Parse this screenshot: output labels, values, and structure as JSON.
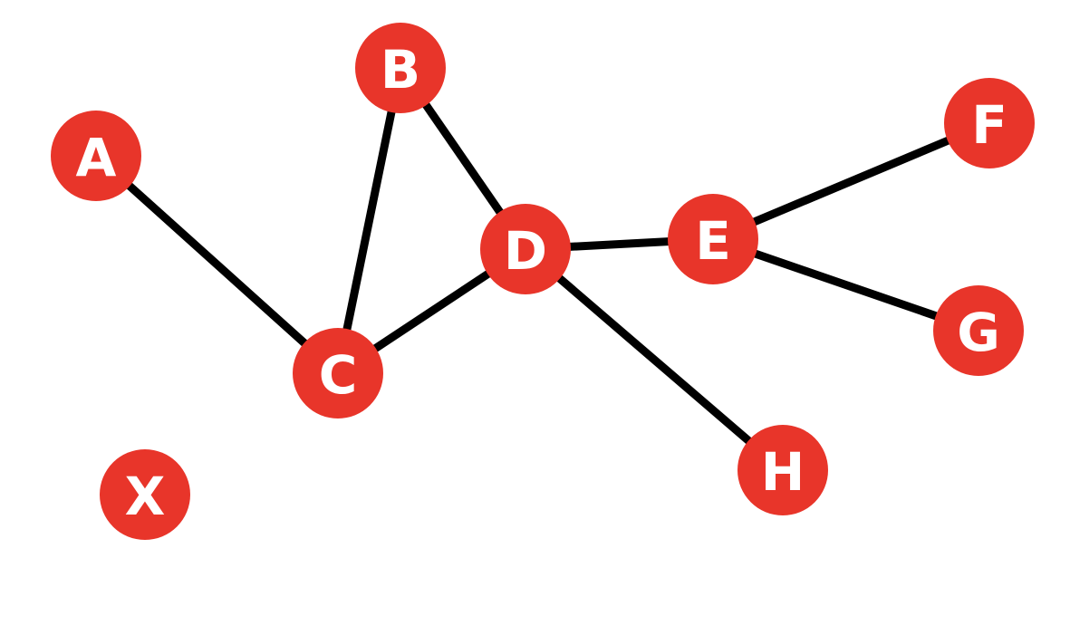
{
  "colors": {
    "node_fill": "#e8352a",
    "node_text": "#ffffff",
    "edge": "#000000",
    "background": "#ffffff"
  },
  "nodes": [
    {
      "id": "A",
      "label": "A"
    },
    {
      "id": "B",
      "label": "B"
    },
    {
      "id": "C",
      "label": "C"
    },
    {
      "id": "D",
      "label": "D"
    },
    {
      "id": "E",
      "label": "E"
    },
    {
      "id": "F",
      "label": "F"
    },
    {
      "id": "G",
      "label": "G"
    },
    {
      "id": "H",
      "label": "H"
    },
    {
      "id": "X",
      "label": "X"
    }
  ],
  "edges": [
    {
      "from": "A",
      "to": "C"
    },
    {
      "from": "B",
      "to": "C"
    },
    {
      "from": "B",
      "to": "D"
    },
    {
      "from": "C",
      "to": "D"
    },
    {
      "from": "D",
      "to": "E"
    },
    {
      "from": "D",
      "to": "H"
    },
    {
      "from": "E",
      "to": "F"
    },
    {
      "from": "E",
      "to": "G"
    }
  ]
}
